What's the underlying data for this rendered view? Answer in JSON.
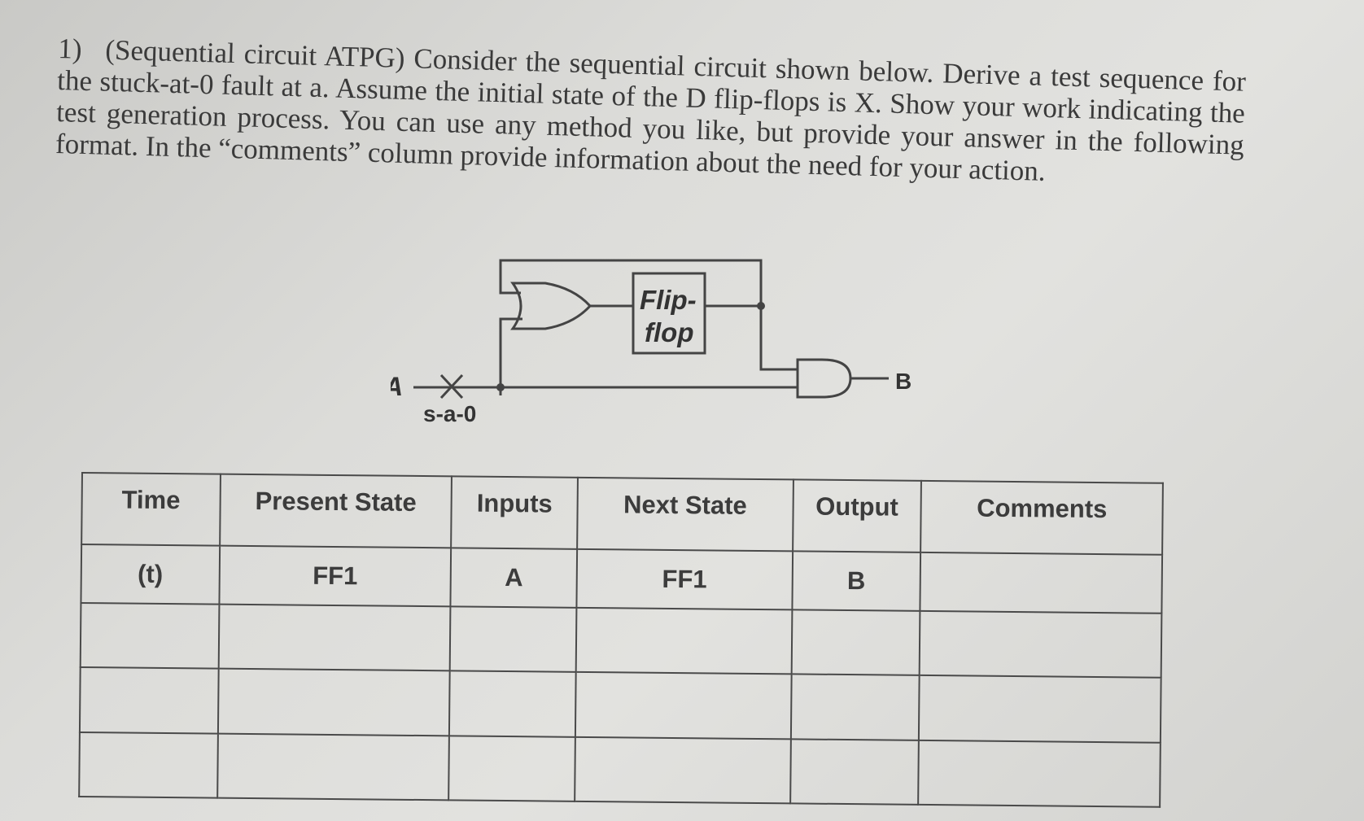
{
  "question": {
    "number": "1)",
    "text": "(Sequential circuit ATPG) Consider the sequential circuit shown below. Derive a test sequence for the stuck-at-0 fault at a. Assume the initial state of the D flip-flops is X. Show your work indicating the test generation process. You can use any method you like, but provide your answer in the following format. In the “comments” column provide information about the need for your action."
  },
  "circuit": {
    "flipflop_line1": "Flip-",
    "flipflop_line2": "flop",
    "input_label": "A",
    "output_label": "B",
    "fault_label": "s-a-0"
  },
  "table": {
    "headers": [
      "Time",
      "Present State",
      "Inputs",
      "Next State",
      "Output",
      "Comments"
    ],
    "subheaders": [
      "(t)",
      "FF1",
      "A",
      "FF1",
      "B",
      ""
    ],
    "empty_rows": 3
  }
}
